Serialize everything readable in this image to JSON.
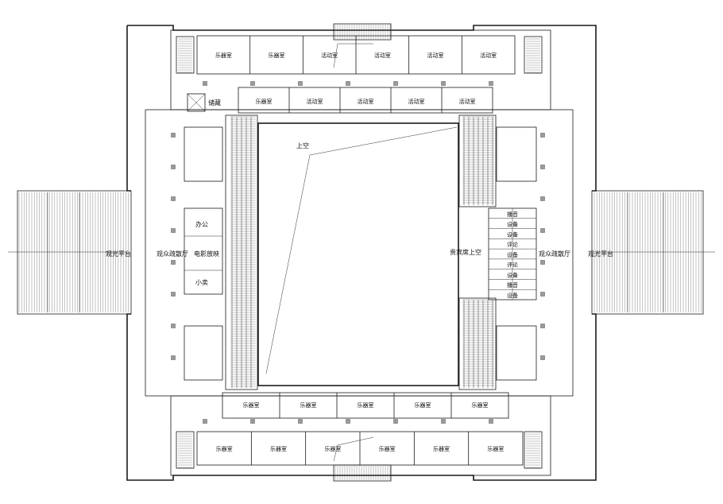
{
  "plan": {
    "viewing_platform_left": "观光平台",
    "viewing_platform_right": "观光平台",
    "public_hall_left": "观众疏散厅",
    "public_hall_right": "观众疏散厅",
    "void_label": "上空",
    "vip_void_label": "贵宾席上空",
    "office": "办公",
    "broadcast_room": "电影放映",
    "small_room": "小卖",
    "storage": "储藏",
    "north_outer_rooms": [
      "乐器室",
      "乐器室",
      "活动室",
      "活动室",
      "活动室",
      "活动室"
    ],
    "north_inner_rooms": [
      "乐器室",
      "活动室",
      "活动室",
      "活动室",
      "活动室"
    ],
    "south_inner_rooms": [
      "乐器室",
      "乐器室",
      "乐器室",
      "乐器室",
      "乐器室"
    ],
    "south_outer_rooms": [
      "乐器室",
      "乐器室",
      "乐器室",
      "乐器室",
      "乐器室",
      "乐器室"
    ],
    "east_rooms": [
      "播音",
      "设备",
      "设备",
      "评论",
      "设备",
      "评论",
      "设备",
      "播音",
      "设备"
    ]
  }
}
